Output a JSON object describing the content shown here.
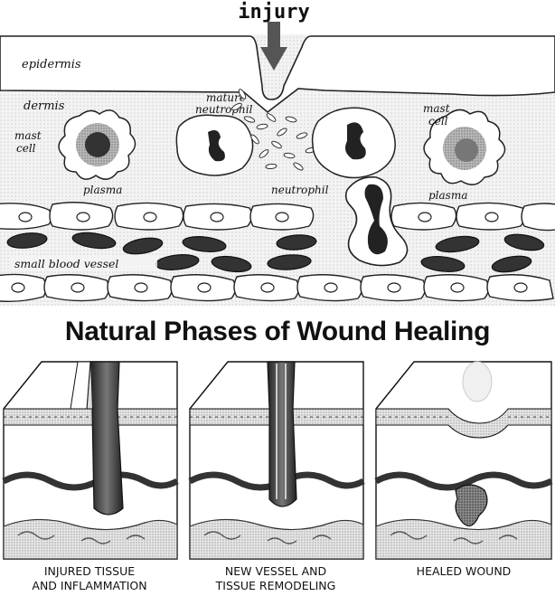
{
  "top": {
    "arrow_label": "injury",
    "labels": {
      "epidermis": "epidermis",
      "dermis": "dermis",
      "mast_cell_left": [
        "mast",
        "cell"
      ],
      "mature_neutrophil": [
        "mature",
        "neutrophil"
      ],
      "mast_cell_right": [
        "mast",
        "cell"
      ],
      "plasma_left": "plasma",
      "neutrophil": "neutrophil",
      "plasma_right": "plasma",
      "small_blood_vessel": "small blood vessel"
    }
  },
  "title": "Natural Phases of Wound Healing",
  "panels": [
    {
      "caption": [
        "INJURED TISSUE",
        "AND INFLAMMATION"
      ]
    },
    {
      "caption": [
        "NEW VESSEL AND",
        "TISSUE REMODELING"
      ]
    },
    {
      "caption": [
        "HEALED WOUND"
      ]
    }
  ]
}
